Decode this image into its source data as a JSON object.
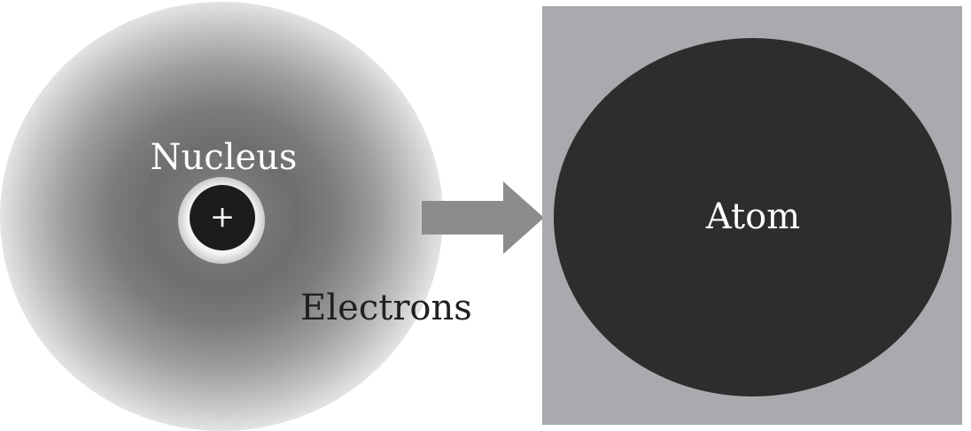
{
  "diagram": {
    "nucleus_label": "Nucleus",
    "nucleus_charge": "+",
    "electrons_label": "Electrons",
    "atom_label": "Atom"
  },
  "icons": {
    "arrow": "right-arrow-icon"
  },
  "colors": {
    "nucleus": "#1e1b1c",
    "electron_cloud": "#777777",
    "arrow": "#8a8c8e",
    "atom_panel": "#a8aaad",
    "atom_disc": "#2f2c2d"
  }
}
